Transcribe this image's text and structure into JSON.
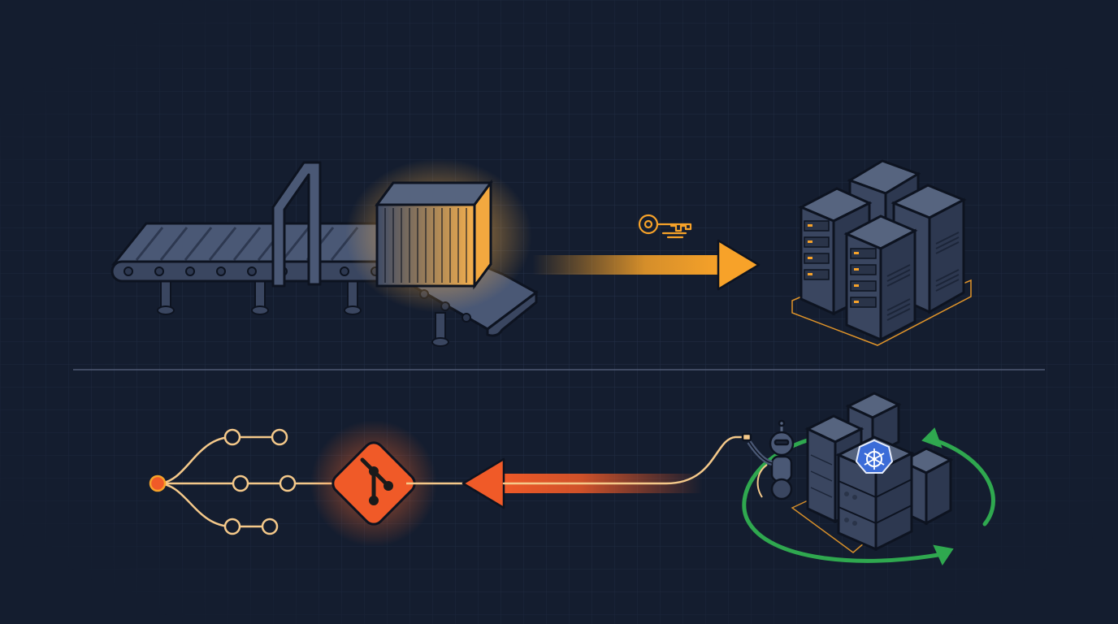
{
  "diagram": {
    "top_flow": {
      "source": "container-on-conveyor",
      "connector": "arrow-right",
      "connector_icon": "key-icon",
      "target": "server-rack-cluster"
    },
    "bottom_flow": {
      "source": "kubernetes-cluster-with-robot",
      "connector": "arrow-left",
      "target": "git-logo",
      "branches": "git-branch-graph",
      "loop": "sync-loop"
    }
  },
  "colors": {
    "background": "#141d2f",
    "grid": "#26324a",
    "accent_orange": "#f7a229",
    "git_orange": "#f05a28",
    "loop_green": "#2fa84f",
    "kube_blue": "#3b6cd8",
    "branch_line": "#f5c98a",
    "metal": "#4a5875",
    "metal_dark": "#2d3850",
    "outline": "#0d1320"
  }
}
